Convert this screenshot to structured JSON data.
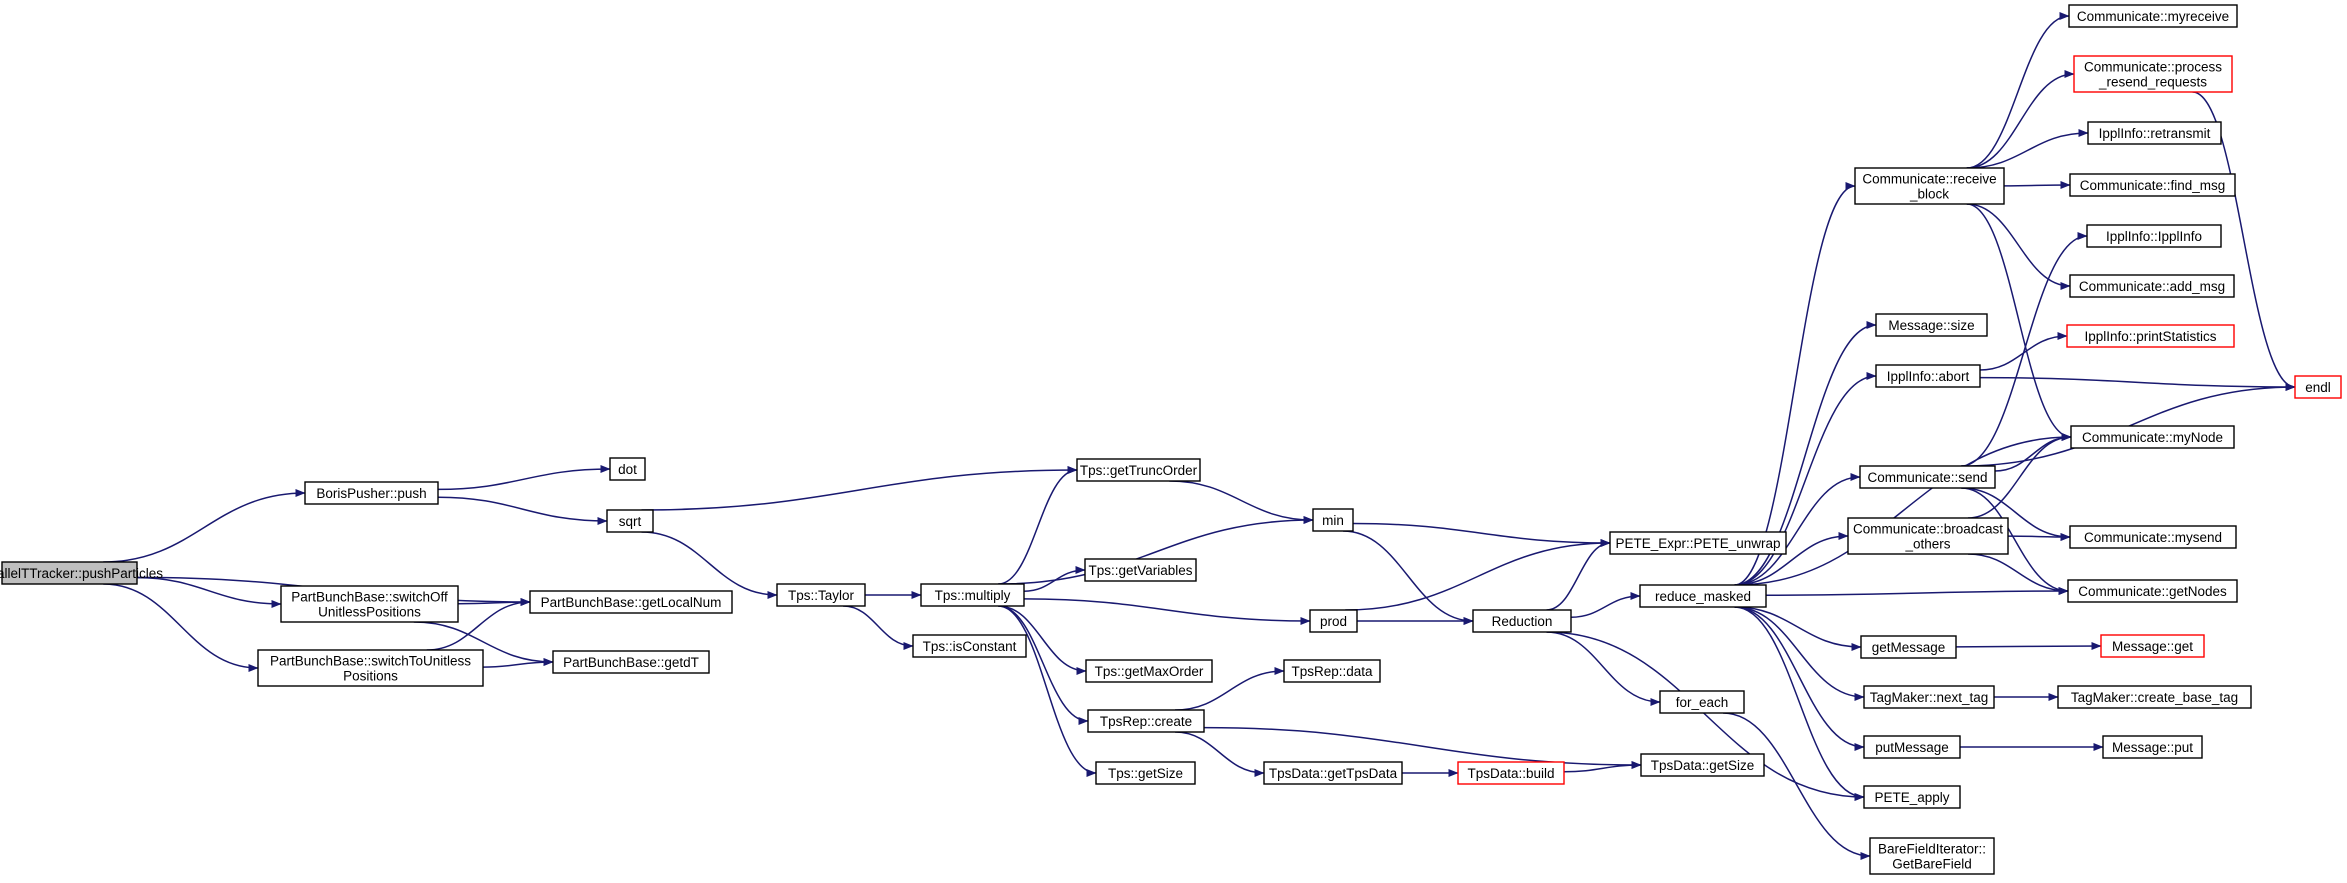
{
  "graph": {
    "nodes": [
      {
        "id": "n0",
        "lines": [
          "ParallelTTracker::pushParticles"
        ],
        "style": "highlight"
      },
      {
        "id": "n1",
        "lines": [
          "BorisPusher::push"
        ],
        "style": "normal"
      },
      {
        "id": "n2",
        "lines": [
          "PartBunchBase::switchOff",
          "UnitlessPositions"
        ],
        "style": "normal"
      },
      {
        "id": "n3",
        "lines": [
          "PartBunchBase::getLocalNum"
        ],
        "style": "normal"
      },
      {
        "id": "n4",
        "lines": [
          "PartBunchBase::switchToUnitless",
          "Positions"
        ],
        "style": "normal"
      },
      {
        "id": "n5",
        "lines": [
          "PartBunchBase::getdT"
        ],
        "style": "normal"
      },
      {
        "id": "n6",
        "lines": [
          "dot"
        ],
        "style": "normal"
      },
      {
        "id": "n7",
        "lines": [
          "sqrt"
        ],
        "style": "normal"
      },
      {
        "id": "n8",
        "lines": [
          "Tps::Taylor"
        ],
        "style": "normal"
      },
      {
        "id": "n9",
        "lines": [
          "Tps::multiply"
        ],
        "style": "normal"
      },
      {
        "id": "n10",
        "lines": [
          "Tps::isConstant"
        ],
        "style": "normal"
      },
      {
        "id": "n11",
        "lines": [
          "Tps::getTruncOrder"
        ],
        "style": "normal"
      },
      {
        "id": "n12",
        "lines": [
          "Tps::getVariables"
        ],
        "style": "normal"
      },
      {
        "id": "n13",
        "lines": [
          "Tps::getMaxOrder"
        ],
        "style": "normal"
      },
      {
        "id": "n14",
        "lines": [
          "TpsRep::create"
        ],
        "style": "normal"
      },
      {
        "id": "n15",
        "lines": [
          "Tps::getSize"
        ],
        "style": "normal"
      },
      {
        "id": "n16",
        "lines": [
          "min"
        ],
        "style": "normal"
      },
      {
        "id": "n17",
        "lines": [
          "prod"
        ],
        "style": "normal"
      },
      {
        "id": "n18",
        "lines": [
          "TpsRep::data"
        ],
        "style": "normal"
      },
      {
        "id": "n19",
        "lines": [
          "TpsData::getTpsData"
        ],
        "style": "normal"
      },
      {
        "id": "n20",
        "lines": [
          "TpsData::build"
        ],
        "style": "truncated"
      },
      {
        "id": "n21",
        "lines": [
          "TpsData::getSize"
        ],
        "style": "normal"
      },
      {
        "id": "n22",
        "lines": [
          "PETE_Expr::PETE_unwrap"
        ],
        "style": "normal"
      },
      {
        "id": "n23",
        "lines": [
          "Reduction"
        ],
        "style": "normal"
      },
      {
        "id": "n24",
        "lines": [
          "reduce_masked"
        ],
        "style": "normal"
      },
      {
        "id": "n25",
        "lines": [
          "for_each"
        ],
        "style": "normal"
      },
      {
        "id": "n26",
        "lines": [
          "BareFieldIterator::",
          "GetBareField"
        ],
        "style": "normal"
      },
      {
        "id": "n27",
        "lines": [
          "Communicate::receive",
          "_block"
        ],
        "style": "normal"
      },
      {
        "id": "n28",
        "lines": [
          "Message::size"
        ],
        "style": "normal"
      },
      {
        "id": "n29",
        "lines": [
          "IpplInfo::abort"
        ],
        "style": "normal"
      },
      {
        "id": "n30",
        "lines": [
          "Communicate::send"
        ],
        "style": "normal"
      },
      {
        "id": "n31",
        "lines": [
          "Communicate::broadcast",
          "_others"
        ],
        "style": "normal"
      },
      {
        "id": "n32",
        "lines": [
          "getMessage"
        ],
        "style": "normal"
      },
      {
        "id": "n33",
        "lines": [
          "TagMaker::next_tag"
        ],
        "style": "normal"
      },
      {
        "id": "n34",
        "lines": [
          "putMessage"
        ],
        "style": "normal"
      },
      {
        "id": "n35",
        "lines": [
          "PETE_apply"
        ],
        "style": "normal"
      },
      {
        "id": "n36",
        "lines": [
          "Communicate::myreceive"
        ],
        "style": "normal"
      },
      {
        "id": "n37",
        "lines": [
          "Communicate::process",
          "_resend_requests"
        ],
        "style": "truncated"
      },
      {
        "id": "n38",
        "lines": [
          "IpplInfo::retransmit"
        ],
        "style": "normal"
      },
      {
        "id": "n39",
        "lines": [
          "Communicate::find_msg"
        ],
        "style": "normal"
      },
      {
        "id": "n40",
        "lines": [
          "IpplInfo::IpplInfo"
        ],
        "style": "normal"
      },
      {
        "id": "n41",
        "lines": [
          "Communicate::add_msg"
        ],
        "style": "normal"
      },
      {
        "id": "n42",
        "lines": [
          "IpplInfo::printStatistics"
        ],
        "style": "truncated"
      },
      {
        "id": "n43",
        "lines": [
          "endl"
        ],
        "style": "truncated"
      },
      {
        "id": "n44",
        "lines": [
          "Communicate::myNode"
        ],
        "style": "normal"
      },
      {
        "id": "n45",
        "lines": [
          "Communicate::mysend"
        ],
        "style": "normal"
      },
      {
        "id": "n46",
        "lines": [
          "Communicate::getNodes"
        ],
        "style": "normal"
      },
      {
        "id": "n47",
        "lines": [
          "Message::get"
        ],
        "style": "truncated"
      },
      {
        "id": "n48",
        "lines": [
          "TagMaker::create_base_tag"
        ],
        "style": "normal"
      },
      {
        "id": "n49",
        "lines": [
          "Message::put"
        ],
        "style": "normal"
      }
    ],
    "edges": [
      [
        "n0",
        "n1"
      ],
      [
        "n0",
        "n2"
      ],
      [
        "n0",
        "n3"
      ],
      [
        "n0",
        "n4"
      ],
      [
        "n1",
        "n6"
      ],
      [
        "n1",
        "n7"
      ],
      [
        "n2",
        "n3"
      ],
      [
        "n2",
        "n5"
      ],
      [
        "n4",
        "n3"
      ],
      [
        "n4",
        "n5"
      ],
      [
        "n7",
        "n8"
      ],
      [
        "n7",
        "n11"
      ],
      [
        "n8",
        "n9"
      ],
      [
        "n8",
        "n10"
      ],
      [
        "n9",
        "n11"
      ],
      [
        "n9",
        "n16"
      ],
      [
        "n9",
        "n12"
      ],
      [
        "n9",
        "n17"
      ],
      [
        "n9",
        "n13"
      ],
      [
        "n9",
        "n14"
      ],
      [
        "n9",
        "n15"
      ],
      [
        "n11",
        "n16"
      ],
      [
        "n14",
        "n18"
      ],
      [
        "n14",
        "n19"
      ],
      [
        "n14",
        "n21"
      ],
      [
        "n19",
        "n20"
      ],
      [
        "n20",
        "n21"
      ],
      [
        "n16",
        "n22"
      ],
      [
        "n16",
        "n23"
      ],
      [
        "n17",
        "n22"
      ],
      [
        "n17",
        "n23"
      ],
      [
        "n23",
        "n22"
      ],
      [
        "n23",
        "n24"
      ],
      [
        "n23",
        "n25"
      ],
      [
        "n23",
        "n35"
      ],
      [
        "n25",
        "n26"
      ],
      [
        "n24",
        "n27"
      ],
      [
        "n24",
        "n28"
      ],
      [
        "n24",
        "n29"
      ],
      [
        "n24",
        "n30"
      ],
      [
        "n24",
        "n31"
      ],
      [
        "n24",
        "n32"
      ],
      [
        "n24",
        "n33"
      ],
      [
        "n24",
        "n34"
      ],
      [
        "n24",
        "n35"
      ],
      [
        "n24",
        "n44"
      ],
      [
        "n24",
        "n46"
      ],
      [
        "n27",
        "n36"
      ],
      [
        "n27",
        "n37"
      ],
      [
        "n27",
        "n38"
      ],
      [
        "n27",
        "n39"
      ],
      [
        "n27",
        "n41"
      ],
      [
        "n27",
        "n44"
      ],
      [
        "n37",
        "n43"
      ],
      [
        "n29",
        "n42"
      ],
      [
        "n29",
        "n43"
      ],
      [
        "n30",
        "n40"
      ],
      [
        "n30",
        "n44"
      ],
      [
        "n30",
        "n45"
      ],
      [
        "n30",
        "n46"
      ],
      [
        "n30",
        "n43"
      ],
      [
        "n31",
        "n44"
      ],
      [
        "n31",
        "n45"
      ],
      [
        "n31",
        "n46"
      ],
      [
        "n32",
        "n47"
      ],
      [
        "n33",
        "n48"
      ],
      [
        "n34",
        "n49"
      ]
    ],
    "colors": {
      "edge": "#191970",
      "node_border": "#000000",
      "node_fill": "#ffffff",
      "highlight_fill": "#bfbfbf",
      "truncated_border": "#ff0000"
    }
  }
}
